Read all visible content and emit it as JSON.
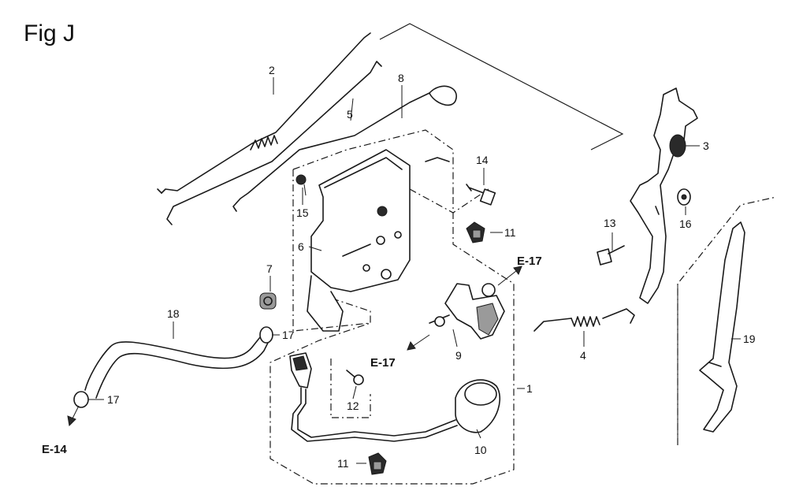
{
  "figure": {
    "title": "Fig J"
  },
  "callouts": [
    {
      "id": "c2",
      "label": "2"
    },
    {
      "id": "c5",
      "label": "5"
    },
    {
      "id": "c8",
      "label": "8"
    },
    {
      "id": "c14",
      "label": "14"
    },
    {
      "id": "c15",
      "label": "15"
    },
    {
      "id": "c11a",
      "label": "11"
    },
    {
      "id": "c6",
      "label": "6"
    },
    {
      "id": "c7",
      "label": "7"
    },
    {
      "id": "c18",
      "label": "18"
    },
    {
      "id": "c17a",
      "label": "17"
    },
    {
      "id": "c17b",
      "label": "17"
    },
    {
      "id": "c12",
      "label": "12"
    },
    {
      "id": "c9",
      "label": "9"
    },
    {
      "id": "c10",
      "label": "10"
    },
    {
      "id": "c11b",
      "label": "11"
    },
    {
      "id": "c1",
      "label": "1"
    },
    {
      "id": "c4",
      "label": "4"
    },
    {
      "id": "c13",
      "label": "13"
    },
    {
      "id": "c16",
      "label": "16"
    },
    {
      "id": "c3",
      "label": "3"
    },
    {
      "id": "c19",
      "label": "19"
    }
  ],
  "references": [
    {
      "id": "e17a",
      "label": "E-17"
    },
    {
      "id": "e17b",
      "label": "E-17"
    },
    {
      "id": "e14",
      "label": "E-14"
    }
  ]
}
